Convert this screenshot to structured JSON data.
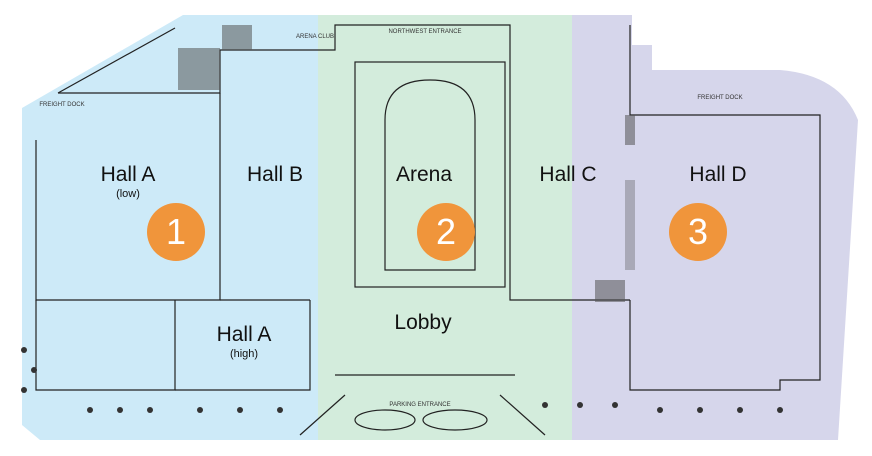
{
  "colors": {
    "zone1": "#cdeaf8",
    "zone2": "#d3ecdc",
    "zone3": "#d6d6eb",
    "badge": "#f0953b"
  },
  "halls": {
    "hall_a_low": {
      "name": "Hall A",
      "sub": "(low)"
    },
    "hall_b": {
      "name": "Hall B"
    },
    "arena": {
      "name": "Arena"
    },
    "hall_c": {
      "name": "Hall C"
    },
    "hall_d": {
      "name": "Hall D"
    },
    "lobby": {
      "name": "Lobby"
    },
    "hall_a_high": {
      "name": "Hall A",
      "sub": "(high)"
    }
  },
  "zones": [
    "1",
    "2",
    "3"
  ],
  "small_labels": {
    "freight_dock_west": "FREIGHT DOCK",
    "freight_dock_east": "FREIGHT DOCK",
    "northwest_entrance": "NORTHWEST ENTRANCE",
    "parking_entrance": "PARKING ENTRANCE",
    "arena_club": "ARENA CLUB"
  }
}
